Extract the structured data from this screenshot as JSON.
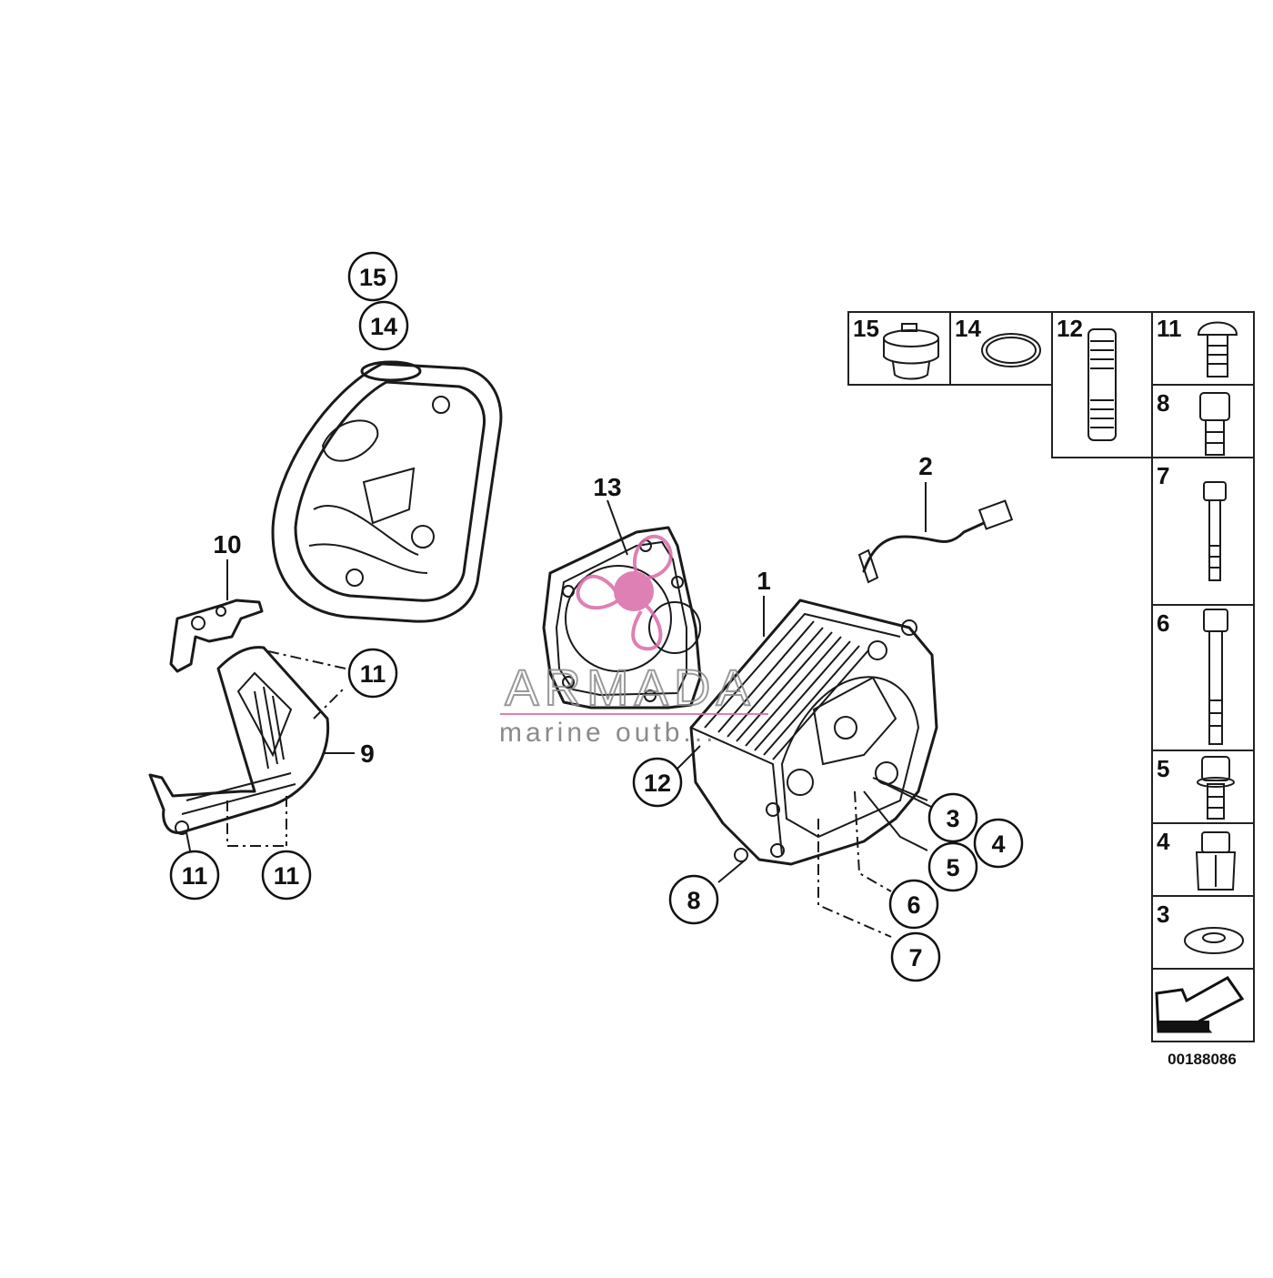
{
  "diagram": {
    "diagram_number": "00188086",
    "part_labels": [
      {
        "id": "p1",
        "text": "1"
      },
      {
        "id": "p2",
        "text": "2"
      },
      {
        "id": "p9",
        "text": "9"
      },
      {
        "id": "p10",
        "text": "10"
      },
      {
        "id": "p13",
        "text": "13"
      }
    ],
    "callouts": [
      {
        "id": "c15",
        "text": "15"
      },
      {
        "id": "c14",
        "text": "14"
      },
      {
        "id": "c11a",
        "text": "11"
      },
      {
        "id": "c11b",
        "text": "11"
      },
      {
        "id": "c11c",
        "text": "11"
      },
      {
        "id": "c12",
        "text": "12"
      },
      {
        "id": "c3",
        "text": "3"
      },
      {
        "id": "c4",
        "text": "4"
      },
      {
        "id": "c5",
        "text": "5"
      },
      {
        "id": "c6",
        "text": "6"
      },
      {
        "id": "c7",
        "text": "7"
      },
      {
        "id": "c8",
        "text": "8"
      }
    ],
    "parts_table": [
      {
        "id": "t15",
        "text": "15"
      },
      {
        "id": "t14",
        "text": "14"
      },
      {
        "id": "t12",
        "text": "12"
      },
      {
        "id": "t11",
        "text": "11"
      },
      {
        "id": "t8",
        "text": "8"
      },
      {
        "id": "t7",
        "text": "7"
      },
      {
        "id": "t6",
        "text": "6"
      },
      {
        "id": "t5",
        "text": "5"
      },
      {
        "id": "t4",
        "text": "4"
      },
      {
        "id": "t3",
        "text": "3"
      }
    ]
  },
  "watermark": {
    "brand": "ARMADA",
    "tagline": "marine outb..."
  },
  "colors": {
    "line": "#1a1a1a",
    "watermark_pink": "#d96aa8",
    "watermark_gray": "#888888"
  }
}
